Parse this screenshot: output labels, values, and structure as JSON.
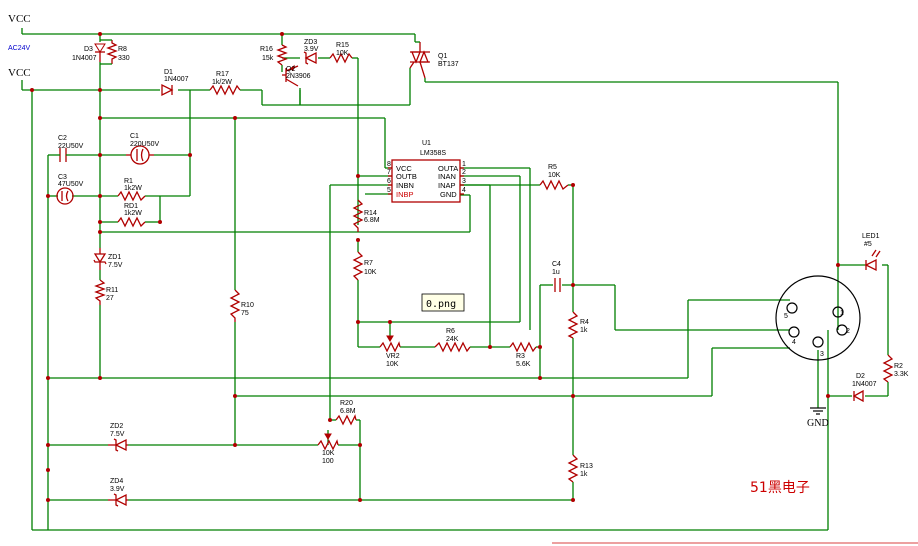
{
  "power": {
    "vcc_top": "VCC",
    "ac": "AC24V",
    "vcc_mid": "VCC",
    "gnd": "GND"
  },
  "components": {
    "D3": {
      "ref": "D3",
      "value": "1N4007"
    },
    "R8": {
      "ref": "R8",
      "value": "330"
    },
    "D1": {
      "ref": "D1",
      "value": "1N4007"
    },
    "R17": {
      "ref": "R17",
      "value": "1k/2W"
    },
    "R16": {
      "ref": "R16",
      "value": "15k"
    },
    "Q2": {
      "ref": "Q2",
      "value": "2N3906"
    },
    "ZD3": {
      "ref": "ZD3",
      "value": "3.9V"
    },
    "R15": {
      "ref": "R15",
      "value": "10K"
    },
    "Q1": {
      "ref": "Q1",
      "value": "BT137"
    },
    "C2": {
      "ref": "C2",
      "value": "22U50V"
    },
    "C1": {
      "ref": "C1",
      "value": "220U50V"
    },
    "C3": {
      "ref": "C3",
      "value": "47U50V"
    },
    "R1": {
      "ref": "R1",
      "value": "1k2W"
    },
    "RD1": {
      "ref": "RD1",
      "value": "1k2W"
    },
    "ZD1": {
      "ref": "ZD1",
      "value": "7.5V"
    },
    "R11": {
      "ref": "R11",
      "value": "27"
    },
    "R10": {
      "ref": "R10",
      "value": "75"
    },
    "U1": {
      "ref": "U1",
      "value": "LM358S"
    },
    "R14": {
      "ref": "R14",
      "value": "6.8M"
    },
    "R7": {
      "ref": "R7",
      "value": "10K"
    },
    "R5": {
      "ref": "R5",
      "value": "10K"
    },
    "C4": {
      "ref": "C4",
      "value": "1u"
    },
    "R6": {
      "ref": "R6",
      "value": "24K"
    },
    "VR2": {
      "ref": "VR2",
      "value": "10K"
    },
    "R3": {
      "ref": "R3",
      "value": "5.6K"
    },
    "R4": {
      "ref": "R4",
      "value": "1k"
    },
    "R20": {
      "ref": "R20",
      "value": "6.8M"
    },
    "VR1": {
      "ref": "10K",
      "value": "100"
    },
    "ZD2": {
      "ref": "ZD2",
      "value": "7.5V"
    },
    "ZD4": {
      "ref": "ZD4",
      "value": "3.9V"
    },
    "R13": {
      "ref": "R13",
      "value": "1k"
    },
    "LED1": {
      "ref": "LED1",
      "value": "#5"
    },
    "R2": {
      "ref": "R2",
      "value": "3.3K"
    },
    "D2": {
      "ref": "D2",
      "value": "1N4007"
    }
  },
  "ic_pins": {
    "left": [
      "VCC",
      "OUTB",
      "INBN",
      "INBP"
    ],
    "right": [
      "OUTA",
      "INAN",
      "INAP",
      "GND"
    ],
    "left_nums": [
      "8",
      "7",
      "6",
      "5"
    ],
    "right_nums": [
      "1",
      "2",
      "3",
      "4"
    ]
  },
  "connector_pins": [
    "1",
    "2",
    "3",
    "4",
    "5"
  ],
  "image_label": "0.png",
  "brand": "51黑电子"
}
